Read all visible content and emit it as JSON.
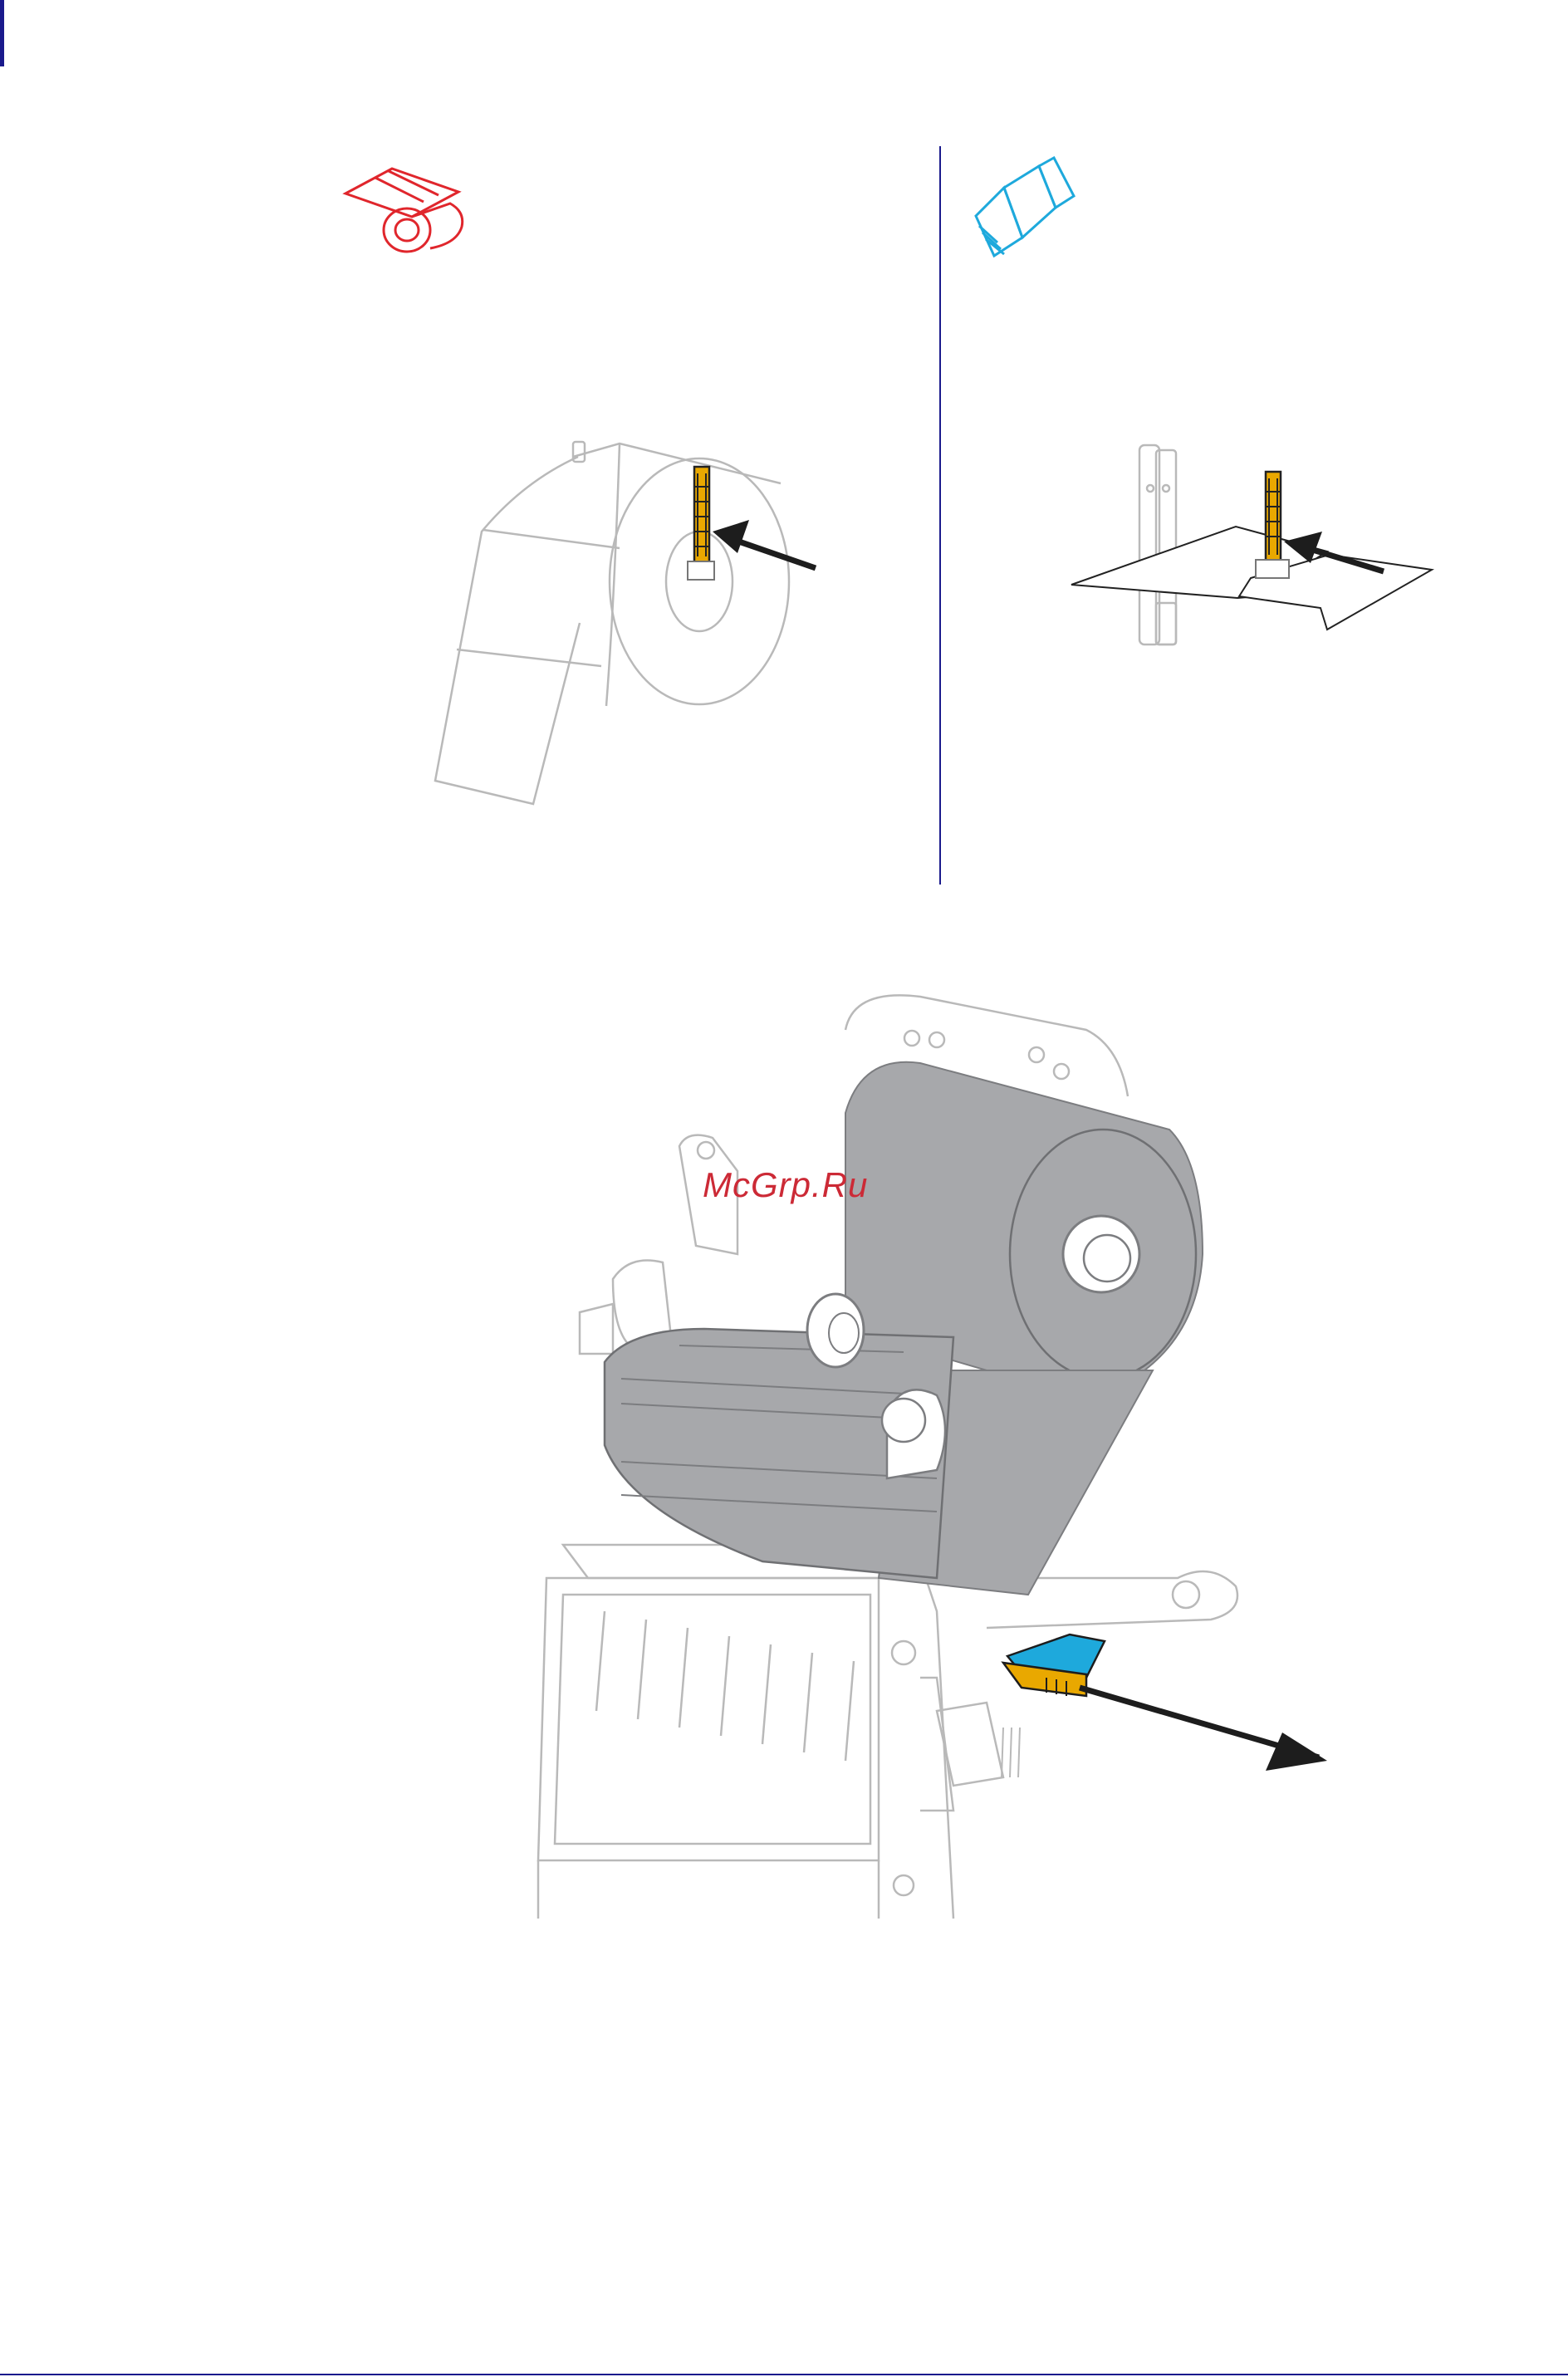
{
  "watermark": "McGrp.Ru",
  "figures": {
    "roll_media_icon": "roll-media-icon",
    "fanfold_media_icon": "fanfold-media-icon",
    "roll_sensor_illustration": "roll-media-sensor-illustration",
    "fanfold_sensor_illustration": "fanfold-media-sensor-illustration",
    "printer_illustration": "printer-ribbon-sensor-illustration"
  },
  "colors": {
    "accent_rule": "#1a1a8c",
    "roll_icon": "#e0262c",
    "fanfold_icon": "#1ea9dc",
    "sensor": "#e9a800",
    "ribbon": "#a7a8ab",
    "line_art": "#b9b9b9",
    "arrow": "#1d1d1d"
  }
}
